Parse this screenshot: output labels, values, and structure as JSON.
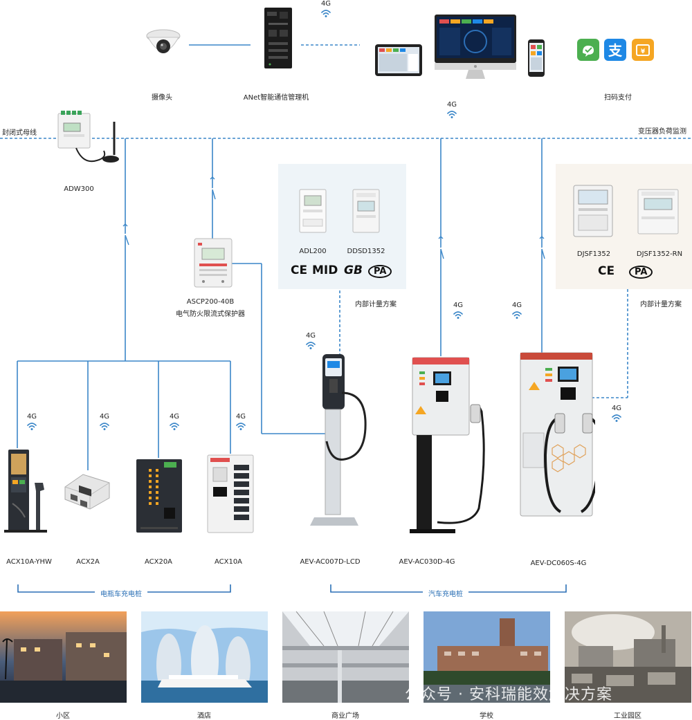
{
  "top": {
    "camera_label": "摄像头",
    "anet_label": "ANet智能通信管理机",
    "anet_signal": "4G",
    "pay_label": "扫码支付",
    "cloud_signal": "4G"
  },
  "bus": {
    "left_label": "封闭式母线",
    "right_label": "变压器负荷监测"
  },
  "adw": {
    "label": "ADW300"
  },
  "ascp": {
    "model": "ASCP200-40B",
    "name": "电气防火限流式保护器"
  },
  "meters_left": {
    "items": [
      "ADL200",
      "DDSD1352"
    ],
    "certs": [
      "CE",
      "MID",
      "GB",
      "PA"
    ],
    "caption": "内部计量方案"
  },
  "meters_right": {
    "items": [
      "DJSF1352",
      "DJSF1352-RN"
    ],
    "certs": [
      "CE",
      "PA"
    ],
    "caption": "内部计量方案"
  },
  "ebike": {
    "signal": "4G",
    "devices": [
      "ACX10A-YHW",
      "ACX2A",
      "ACX20A",
      "ACX10A"
    ],
    "group_label": "电瓶车充电桩"
  },
  "car": {
    "signal": "4G",
    "devices": [
      "AEV-AC007D-LCD",
      "AEV-AC030D-4G",
      "AEV-DC060S-4G"
    ],
    "group_label": "汽车充电桩"
  },
  "scenes": [
    "小区",
    "酒店",
    "商业广场",
    "学校",
    "工业园区"
  ],
  "watermark": "公众号 · 安科瑞能效解决方案",
  "colors": {
    "line": "#3a86c8",
    "bracket": "#2a6fb5",
    "wechat": "#4caf50",
    "alipay": "#1e88e5",
    "yunshanfu": "#f5a623"
  }
}
